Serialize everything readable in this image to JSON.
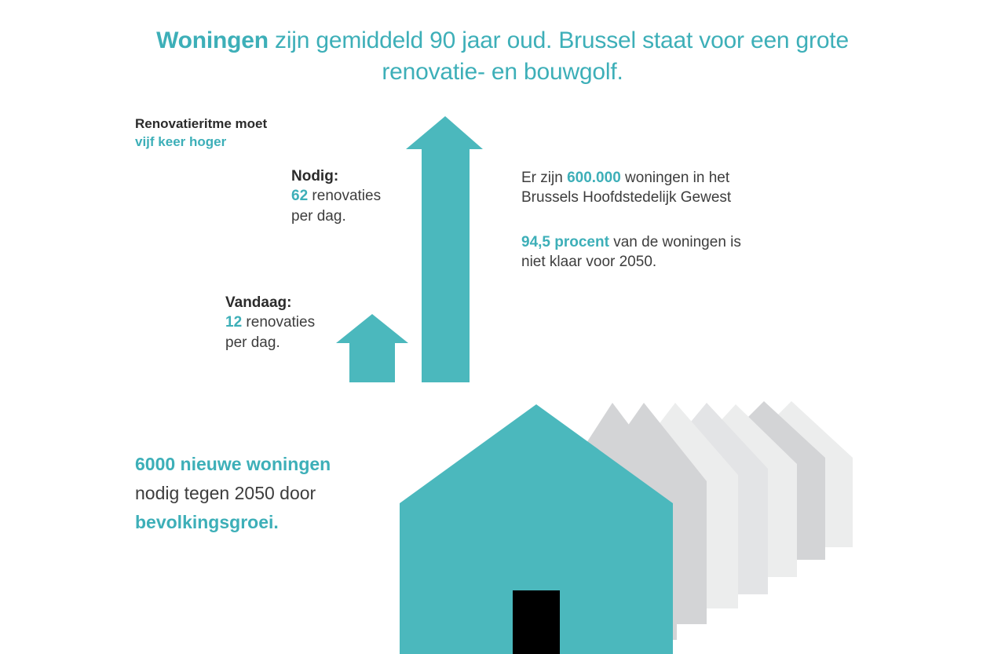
{
  "title": {
    "highlight": "Woningen",
    "rest": " zijn gemiddeld 90 jaar oud. Brussel staat voor een grote renovatie- en bouwgolf."
  },
  "labels": {
    "renovation_rate": {
      "line1": "Renovatieritme moet",
      "line2": "vijf keer hoger"
    },
    "needed": {
      "heading": "Nodig:",
      "value": "62",
      "unit": " renovaties",
      "line3": "per dag."
    },
    "today": {
      "heading": "Vandaag:",
      "value": "12",
      "unit": " renovaties",
      "line3": "per dag."
    }
  },
  "paragraphs": {
    "stock": {
      "pre": "Er zijn ",
      "value": "600.000",
      "post": " woningen in het",
      "line2": "Brussels Hoofdstedelijk Gewest"
    },
    "readiness": {
      "value": "94,5 procent",
      "post": " van de woningen is",
      "line2": "niet klaar voor 2050."
    },
    "growth": {
      "line1": "6000 nieuwe woningen",
      "line2": "nodig tegen 2050 door",
      "line3": "bevolkingsgroei."
    }
  },
  "colors": {
    "accent": "#3dafb8",
    "arrow_house": "#4bb8bd",
    "dark_text": "#2b2b2b",
    "muted_text": "#3d3d3d",
    "house_gray_dark": "#d3d4d6",
    "house_gray_light": "#eceded",
    "background": "#ffffff",
    "door": "#000000"
  },
  "chart_data": {
    "type": "bar",
    "title": "Renovatieritme moet vijf keer hoger",
    "categories": [
      "Vandaag",
      "Nodig"
    ],
    "values": [
      12,
      62
    ],
    "unit": "renovaties per dag",
    "ylabel": "renovaties per dag",
    "xlabel": "",
    "ylim": [
      0,
      62
    ],
    "annotations": [
      "Er zijn 600.000 woningen in het Brussels Hoofdstedelijk Gewest",
      "94,5 procent van de woningen is niet klaar voor 2050.",
      "6000 nieuwe woningen nodig tegen 2050 door bevolkingsgroei."
    ],
    "house_icons": {
      "featured_count": 1,
      "background_count": 6,
      "meaning": "6000 nieuwe woningen"
    }
  }
}
